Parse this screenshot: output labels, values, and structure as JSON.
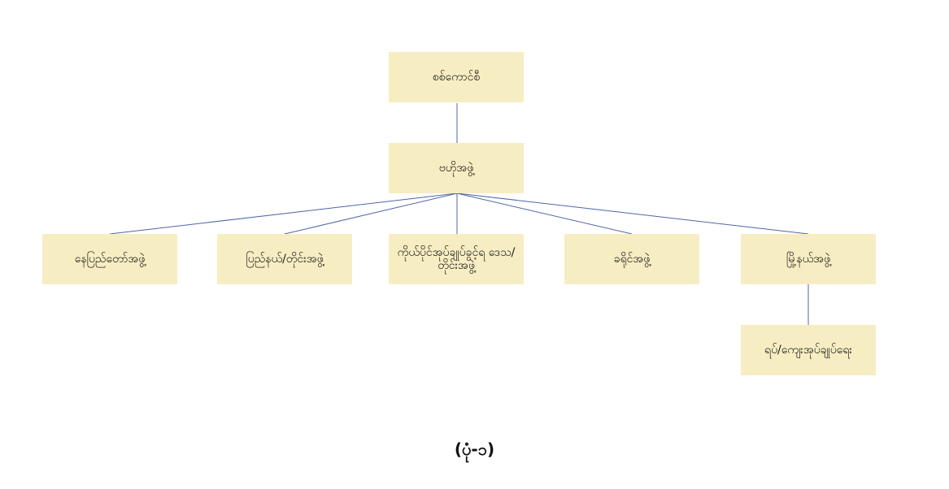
{
  "diagram": {
    "nodes": {
      "root": "စစ်ကောင်စီ",
      "level1": "ဗဟိုအဖွဲ့",
      "level2": [
        "နေပြည်တော်အဖွဲ့",
        "ပြည်နယ်/တိုင်းအဖွဲ့",
        "ကိုယ်ပိုင်အုပ်ချုပ်ခွင့်ရ ဒေသ/တိုင်းအဖွဲ့",
        "ခရိုင်အဖွဲ့",
        "မြို့နယ်အဖွဲ့"
      ],
      "level3": "ရပ်/ကျေးအုပ်ချုပ်ရေး"
    },
    "colors": {
      "box_fill": "#f7edc2",
      "connector": "#4f64a8"
    }
  },
  "caption": "(ပုံ-၁)"
}
